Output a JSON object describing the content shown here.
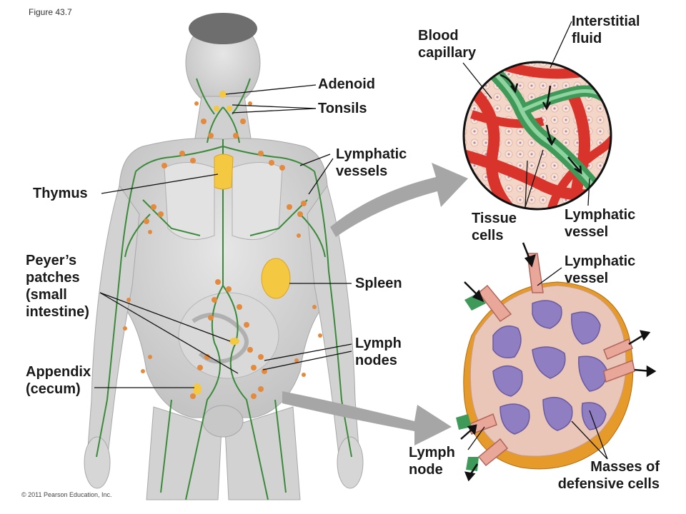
{
  "figure_id": "Figure 43.7",
  "copyright": "© 2011 Pearson Education, Inc.",
  "labels": {
    "adenoid": "Adenoid",
    "tonsils": "Tonsils",
    "lymphatic_vessels": "Lymphatic\nvessels",
    "thymus": "Thymus",
    "peyers_patches": "Peyer’s\npatches\n(small\nintestine)",
    "spleen": "Spleen",
    "lymph_nodes": "Lymph\nnodes",
    "appendix": "Appendix\n(cecum)",
    "blood_capillary": "Blood\ncapillary",
    "interstitial_fluid": "Interstitial\nfluid",
    "tissue_cells": "Tissue\ncells",
    "lymphatic_vessel_top": "Lymphatic\nvessel",
    "lymphatic_vessel_node": "Lymphatic\nvessel",
    "lymph_node": "Lymph\nnode",
    "masses_defensive_cells": "Masses of\ndefensive cells"
  },
  "colors": {
    "body_fill": "#d9d9d9",
    "body_shade": "#bdbdbd",
    "lymph_vessel": "#3a8a3a",
    "lymph_node": "#e38a3c",
    "organ_yellow": "#f5c842",
    "blood_red": "#d9342b",
    "capillary_green": "#4aa86a",
    "tissue_pink": "#f3d0c2",
    "node_purple": "#8f7ec2",
    "node_capsule": "#e59a2a",
    "arrow_gray": "#a6a6a6"
  }
}
